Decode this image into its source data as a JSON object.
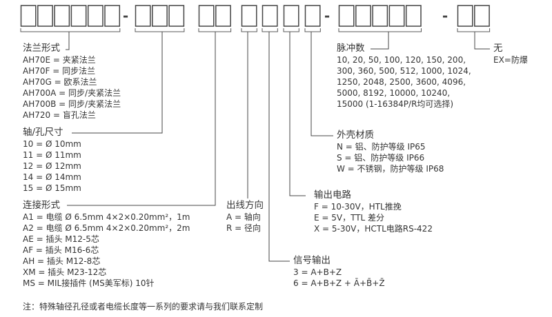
{
  "code_template": {
    "groups": [
      6,
      3,
      2,
      1,
      1,
      1,
      1,
      5,
      2
    ],
    "separator": "-"
  },
  "flange": {
    "title": "法兰形式",
    "items": [
      "AH70E = 夹紧法兰",
      "AH70F = 同步法兰",
      "AH70G = 欧系法兰",
      "AH700A = 同步/夹紧法兰",
      "AH700B = 同步/夹紧法兰",
      "AH720 = 盲孔法兰"
    ]
  },
  "shaft": {
    "title": "轴/孔尺寸",
    "items": [
      "10 = Ø 10mm",
      "11 = Ø 11mm",
      "12 = Ø 12mm",
      "14 = Ø 14mm",
      "15 = Ø 15mm"
    ]
  },
  "connection": {
    "title": "连接形式",
    "items": [
      "A1 = 电缆 Ø 6.5mm 4×2×0.20mm²，1m",
      "A2 = 电缆 Ø 6.5mm 4×2×0.20mm²，2m",
      "AE = 插头 M12-5芯",
      "AF = 插头 M16-6芯",
      "AH = 插头 M12-8芯",
      "XM = 插头 M23-12芯",
      "MS = MIL接插件 (MS美军标) 10针"
    ]
  },
  "outlet": {
    "title": "出线方向",
    "items": [
      "A = 轴向",
      "R = 径向"
    ]
  },
  "signal": {
    "title": "信号输出",
    "items": [
      "3 = A+B+Z",
      "6 = A+B+Z + Ā+B̄+Z̄"
    ]
  },
  "circuit": {
    "title": "输出电路",
    "items": [
      "F = 10-30V，HTL推挽",
      "E = 5V，TTL 差分",
      "X = 5-30V，HCTL电路RS-422"
    ]
  },
  "housing": {
    "title": "外壳材质",
    "items": [
      "N = 铝、防护等级 IP65",
      "S = 铝、防护等级 IP66",
      "W = 不锈钢，防护等级 IP68"
    ]
  },
  "pulses": {
    "title": "脉冲数",
    "items": [
      "10, 20, 50, 100, 120, 150, 200,",
      "300, 360, 500, 512, 1000, 1024,",
      "1250, 2048, 2500, 3600, 4096,",
      "5000, 8192, 10000, 10240,",
      "15000 (1-16384P/R均可选择)"
    ]
  },
  "explosion": {
    "title": "无",
    "items": [
      "EX=防爆"
    ]
  },
  "note": "注：特殊轴径孔径或者电缆长度等一系列的要求请与我们联系定制"
}
